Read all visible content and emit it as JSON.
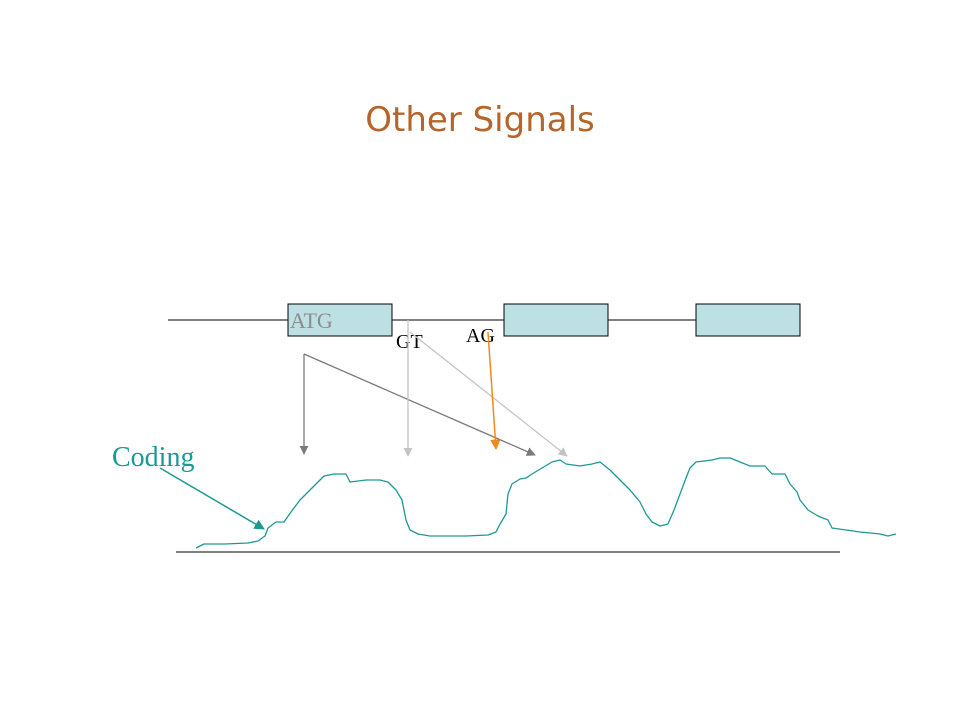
{
  "title": "Other Signals",
  "labels": {
    "atg": "ATG",
    "gt": "GT",
    "ag": "AG",
    "coding": "Coding"
  },
  "colors": {
    "title": "#b5652a",
    "exon_fill": "#bde0e4",
    "coding": "#1a9a94",
    "orange": "#f08a1c",
    "dark_gray": "#7a7a7a",
    "light_gray": "#c4c4c4",
    "line": "#000000"
  }
}
